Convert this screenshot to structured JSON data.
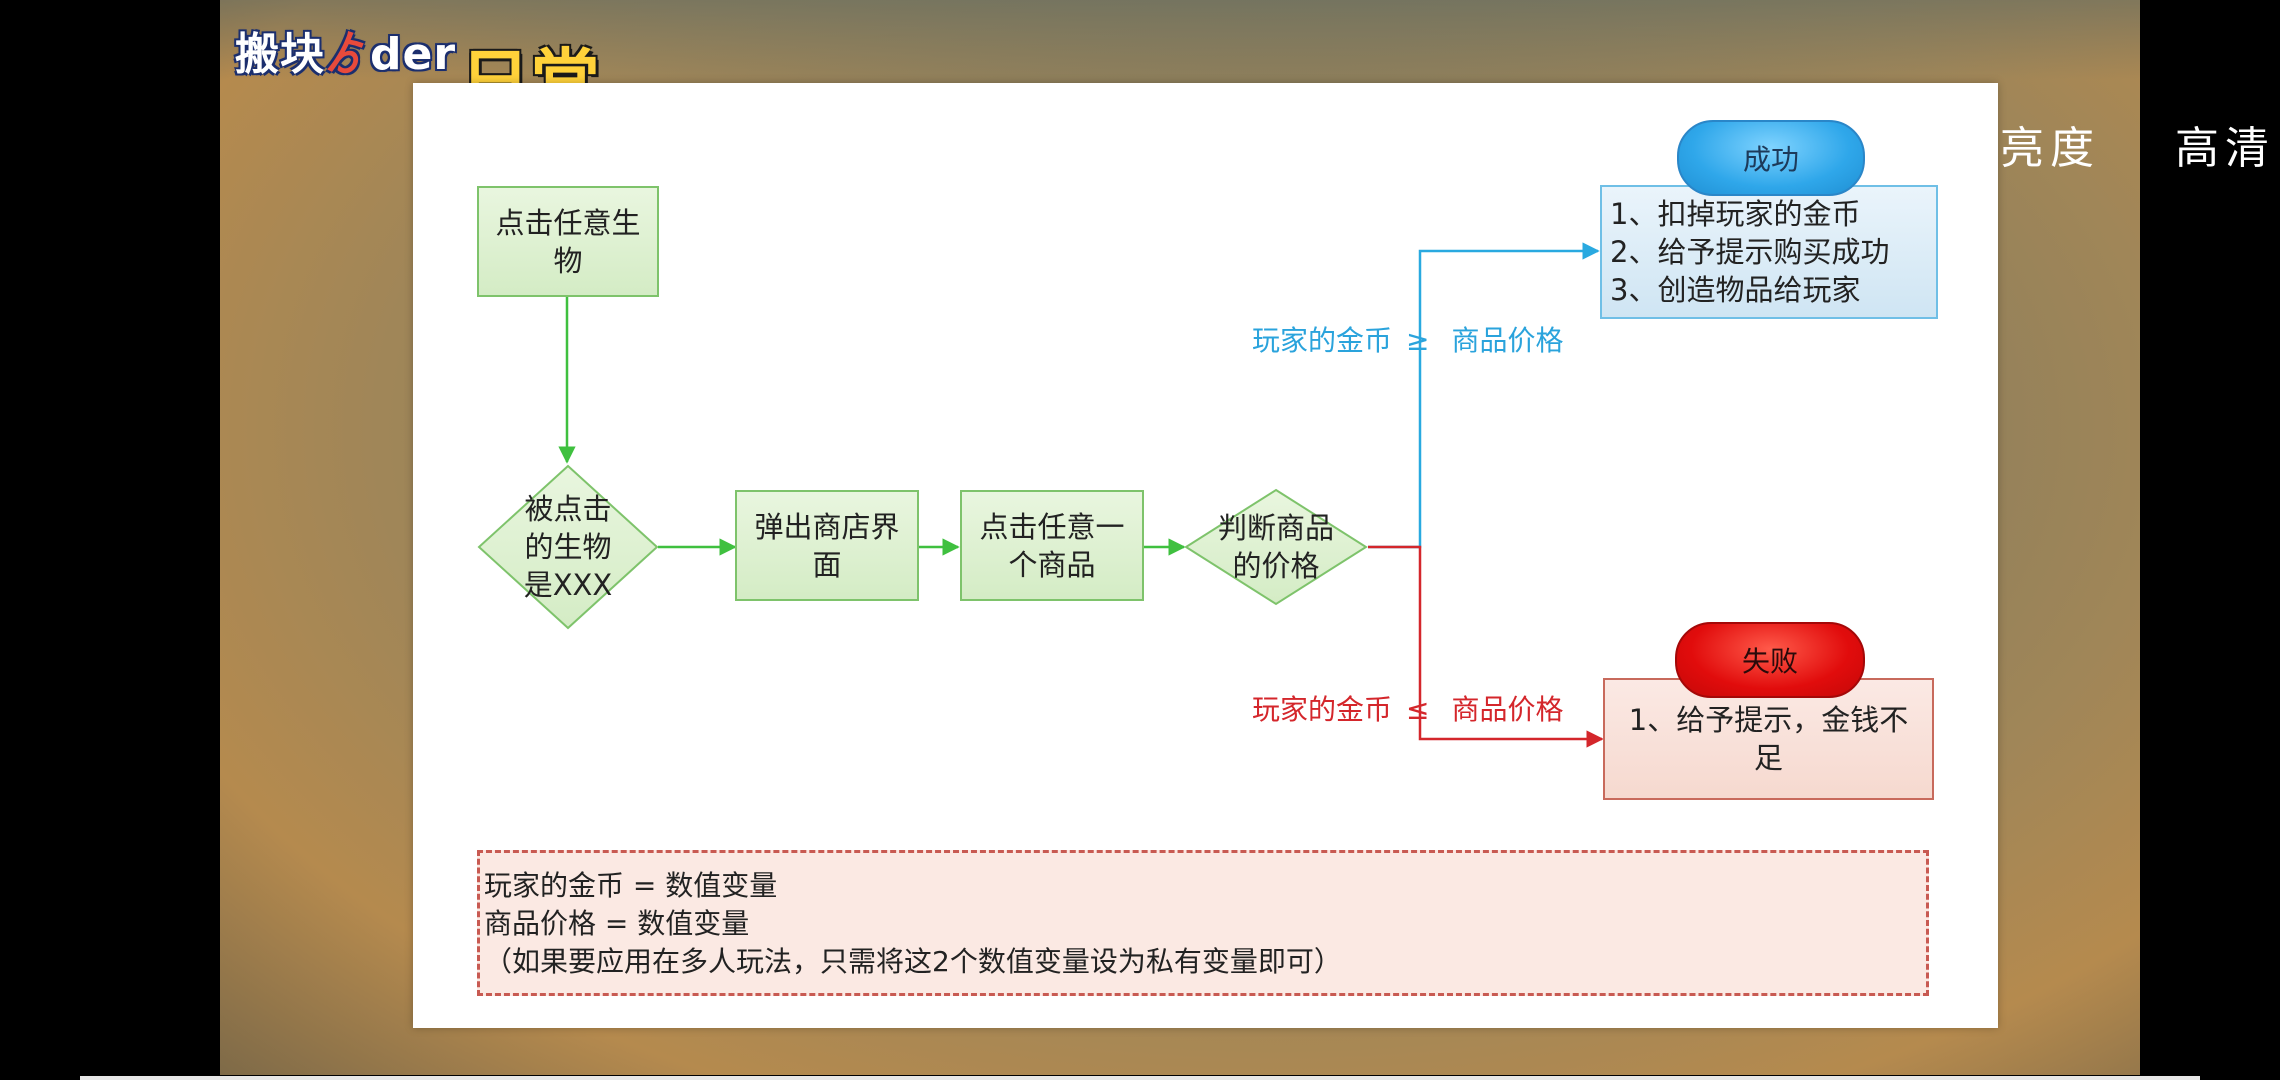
{
  "logo": {
    "part1": "搬块",
    "part2": "ゟ",
    "part3": "der",
    "part4": "日常"
  },
  "quality": {
    "brightness": "亮度",
    "hd": "高清"
  },
  "flow": {
    "start": "点击任意生物",
    "check_creature": "被点击的生物是XXX",
    "open_shop": "弹出商店界面",
    "click_item": "点击任意一个商品",
    "judge_price": "判断商品的价格",
    "success": {
      "label": "成功",
      "steps": [
        "1、扣掉玩家的金币",
        "2、给予提示购买成功",
        "3、创造物品给玩家"
      ]
    },
    "fail": {
      "label": "失败",
      "text": "1、给予提示，金钱不足"
    },
    "cond_success": {
      "left": "玩家的金币",
      "symbol": "≥",
      "right": "商品价格"
    },
    "cond_fail": {
      "left": "玩家的金币",
      "symbol": "≤",
      "right": "商品价格"
    }
  },
  "notes": [
    "玩家的金币 = 数值变量",
    "商品价格 = 数值变量",
    "（如果要应用在多人玩法，只需将这2个数值变量设为私有变量即可）"
  ],
  "colors": {
    "green_arrow": "#3fc03f",
    "blue_arrow": "#29a9e0",
    "red_arrow": "#d4262b",
    "cond_blue": "#2aa3dc",
    "cond_red": "#d4262b"
  }
}
